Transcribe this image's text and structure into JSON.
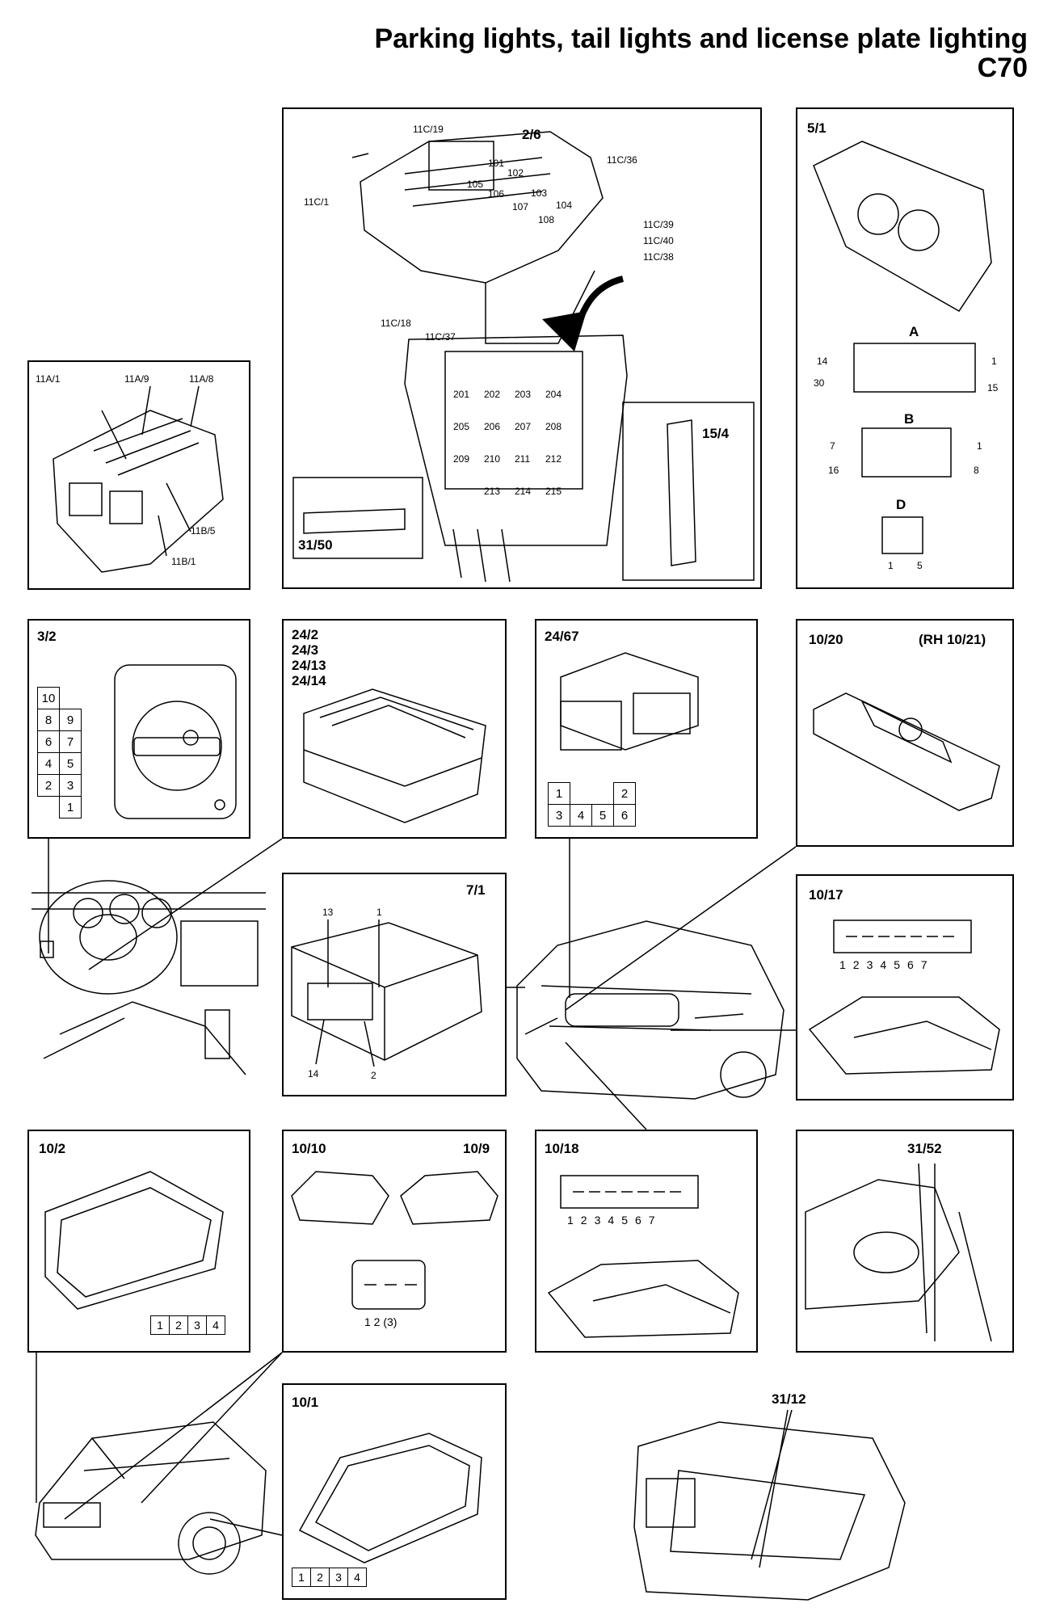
{
  "title": {
    "line1": "Parking lights, tail lights and license plate lighting",
    "line2": "C70"
  },
  "fusebox": {
    "main_label": "2/6",
    "relay_label": "15/4",
    "connector_label": "31/50",
    "callouts": [
      "11C/19",
      "11C/36",
      "11C/1",
      "11C/39",
      "11C/40",
      "11C/38",
      "11C/18",
      "11C/37"
    ],
    "top_fuses": [
      "101",
      "102",
      "103",
      "104",
      "105",
      "106",
      "107",
      "108"
    ],
    "bottom_fuses": [
      "201",
      "202",
      "203",
      "204",
      "205",
      "206",
      "207",
      "208",
      "209",
      "210",
      "211",
      "212",
      "213",
      "214",
      "215"
    ]
  },
  "relay_box": {
    "callouts": [
      "11A/1",
      "11A/9",
      "11A/8",
      "11B/5",
      "11B/1"
    ]
  },
  "instrument": {
    "label": "5/1",
    "conn_a": {
      "name": "A",
      "pins": [
        "14",
        "1",
        "30",
        "15"
      ]
    },
    "conn_b": {
      "name": "B",
      "pins": [
        "7",
        "1",
        "16",
        "8"
      ]
    },
    "conn_d": {
      "name": "D",
      "pins": [
        "1",
        "5"
      ]
    }
  },
  "light_switch": {
    "label": "3/2",
    "pins": [
      "10",
      "8",
      "9",
      "6",
      "7",
      "4",
      "5",
      "2",
      "3",
      "1"
    ]
  },
  "connectors_24": {
    "labels": [
      "24/2",
      "24/3",
      "24/13",
      "24/14"
    ]
  },
  "connector_24_67": {
    "label": "24/67",
    "pins": [
      "1",
      "2",
      "3",
      "4",
      "5",
      "6"
    ]
  },
  "plate_light": {
    "label": "10/20",
    "rh_label": "(RH 10/21)"
  },
  "module_7_1": {
    "label": "7/1",
    "pins": [
      "13",
      "1",
      "14",
      "2"
    ]
  },
  "tail_light_l": {
    "label": "10/17",
    "pins": [
      "1",
      "2",
      "3",
      "4",
      "5",
      "6",
      "7"
    ]
  },
  "headlamp_r": {
    "label": "10/2",
    "pins": [
      "1",
      "2",
      "3",
      "4"
    ]
  },
  "side_markers": {
    "left_label": "10/10",
    "right_label": "10/9",
    "pins": "1  2  (3)"
  },
  "tail_light_r": {
    "label": "10/18",
    "pins": [
      "1",
      "2",
      "3",
      "4",
      "5",
      "6",
      "7"
    ]
  },
  "ground_52": {
    "label": "31/52"
  },
  "headlamp_l": {
    "label": "10/1",
    "pins": [
      "1",
      "2",
      "3",
      "4"
    ]
  },
  "trunk": {
    "label": "31/12"
  }
}
